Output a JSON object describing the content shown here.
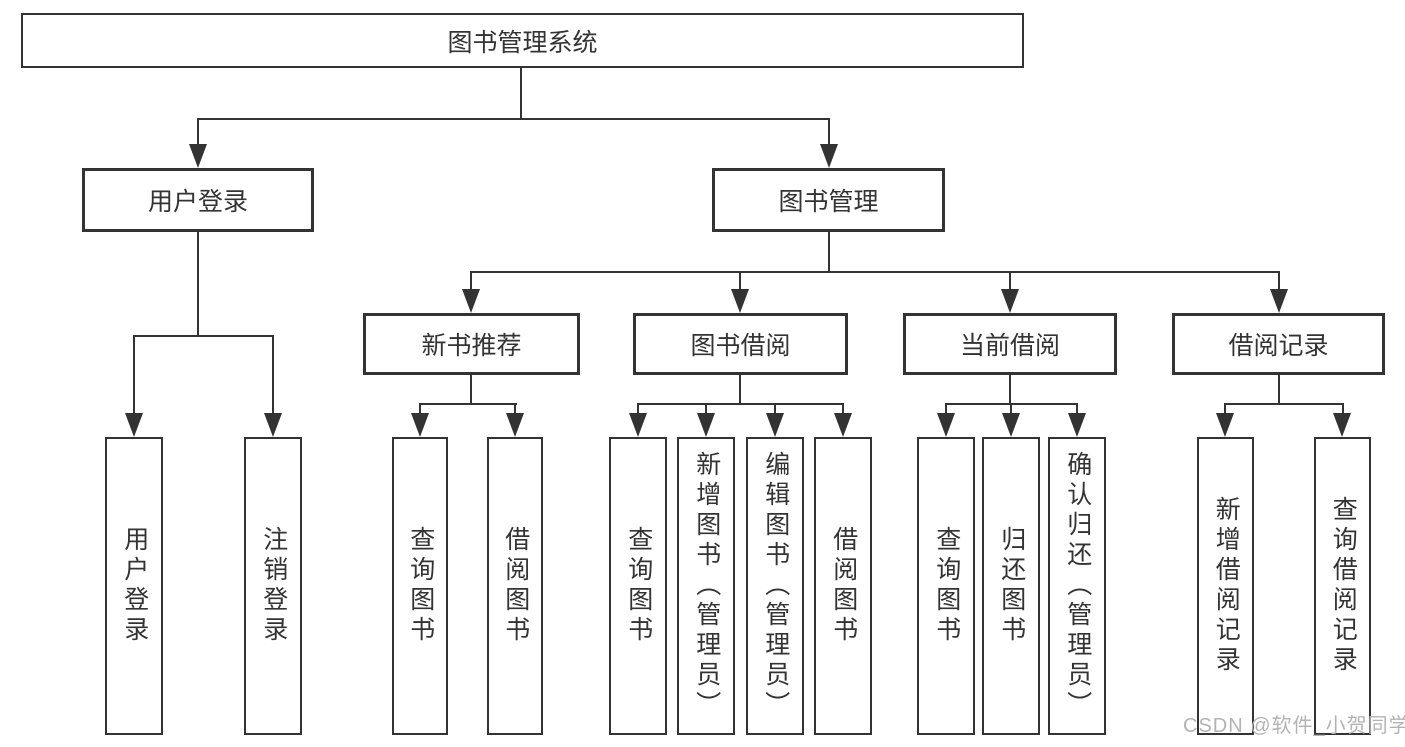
{
  "tree": {
    "label": "图书管理系统",
    "children": [
      {
        "label": "用户登录",
        "children": [
          {
            "label": "用户登录"
          },
          {
            "label": "注销登录"
          }
        ]
      },
      {
        "label": "图书管理",
        "children": [
          {
            "label": "新书推荐",
            "children": [
              {
                "label": "查询图书"
              },
              {
                "label": "借阅图书"
              }
            ]
          },
          {
            "label": "图书借阅",
            "children": [
              {
                "label": "查询图书"
              },
              {
                "label": "新增图书（管理员）"
              },
              {
                "label": "编辑图书（管理员）"
              },
              {
                "label": "借阅图书"
              }
            ]
          },
          {
            "label": "当前借阅",
            "children": [
              {
                "label": "查询图书"
              },
              {
                "label": "归还图书"
              },
              {
                "label": "确认归还（管理员）"
              }
            ]
          },
          {
            "label": "借阅记录",
            "children": [
              {
                "label": "新增借阅记录"
              },
              {
                "label": "查询借阅记录"
              }
            ]
          }
        ]
      }
    ]
  },
  "watermark": {
    "text": "CSDN @软件_小贺同学"
  },
  "colors": {
    "line": "#333333",
    "text": "#333333",
    "background": "#ffffff",
    "watermark": "#b3b3b3"
  }
}
